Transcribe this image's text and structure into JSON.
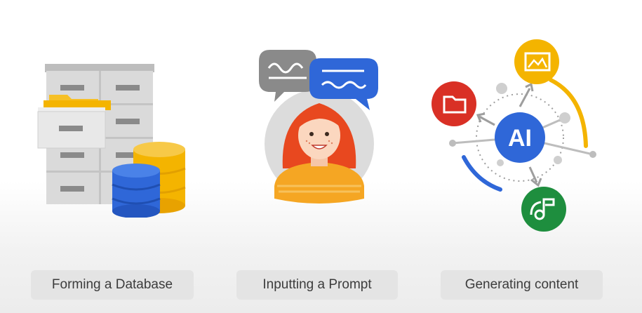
{
  "steps": [
    {
      "label": "Forming a Database",
      "icon": "file-cabinet-database-icon"
    },
    {
      "label": "Inputting a Prompt",
      "icon": "person-speech-bubbles-icon"
    },
    {
      "label": "Generating content",
      "icon": "ai-hub-icon"
    }
  ],
  "ai_hub": {
    "text": "AI"
  },
  "colors": {
    "google_blue": "#2f67d8",
    "google_red": "#d93025",
    "google_yellow": "#f4b400",
    "google_green": "#1e8e3e",
    "cabinet_gray": "#d9d9d9"
  }
}
